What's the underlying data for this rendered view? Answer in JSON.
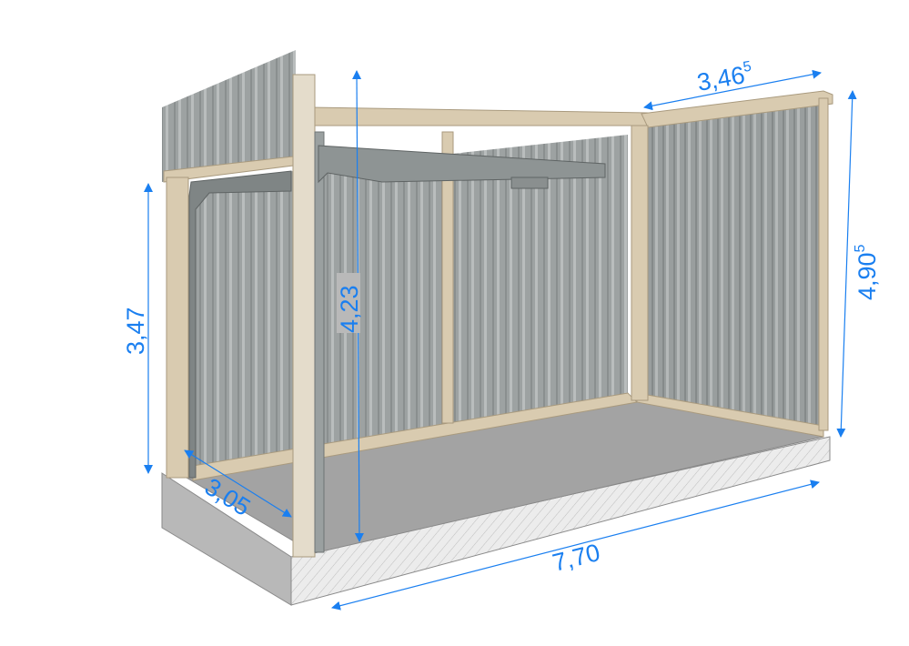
{
  "colors": {
    "dimension": "#1a7ff0",
    "cladding": "#9ea3a3",
    "timber": "#d9cbb0",
    "floor": "#a2a2a2",
    "slab": "#e6e6e6"
  },
  "dimensions": {
    "depth_top": {
      "main": "3,46",
      "sup": "5"
    },
    "height_right": {
      "main": "4,90",
      "sup": "5"
    },
    "height_left": {
      "main": "3,47"
    },
    "height_center": {
      "main": "4,23"
    },
    "depth_front": {
      "main": "3,05"
    },
    "length_front": {
      "main": "7,70"
    }
  }
}
